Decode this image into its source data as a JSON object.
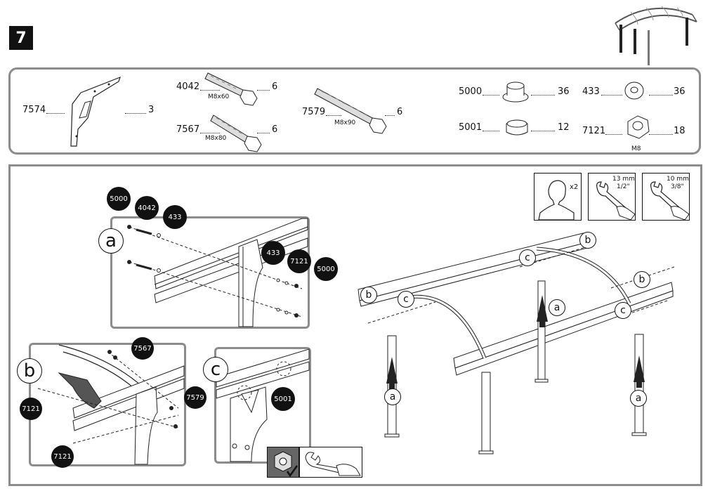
{
  "step": {
    "number": "7"
  },
  "parts": [
    {
      "id": "7574",
      "qty": "3",
      "size": ""
    },
    {
      "id": "4042",
      "qty": "6",
      "size": "M8x60"
    },
    {
      "id": "7567",
      "qty": "6",
      "size": "M8x80"
    },
    {
      "id": "7579",
      "qty": "6",
      "size": "M8x90"
    },
    {
      "id": "5000",
      "qty": "36",
      "size": ""
    },
    {
      "id": "5001",
      "qty": "12",
      "size": ""
    },
    {
      "id": "433",
      "qty": "36",
      "size": ""
    },
    {
      "id": "7121",
      "qty": "18",
      "size": "M8"
    }
  ],
  "tools": {
    "persons": "x2",
    "wrench1_mm": "13 mm",
    "wrench1_in": "1/2\"",
    "wrench2_mm": "10 mm",
    "wrench2_in": "3/8\""
  },
  "detail_a": {
    "letter": "a",
    "callouts_left": [
      "5000",
      "4042",
      "433"
    ],
    "callouts_right": [
      "433",
      "7121",
      "5000"
    ]
  },
  "detail_b": {
    "letter": "b",
    "callouts": [
      "7567",
      "7579",
      "7121",
      "7121"
    ]
  },
  "detail_c": {
    "letter": "c",
    "callouts": [
      "5001"
    ]
  },
  "assembly_labels": {
    "a": "a",
    "b": "b",
    "c": "c"
  },
  "colors": {
    "frame_gray": "#8c8c8c",
    "callout_black": "#111111"
  }
}
